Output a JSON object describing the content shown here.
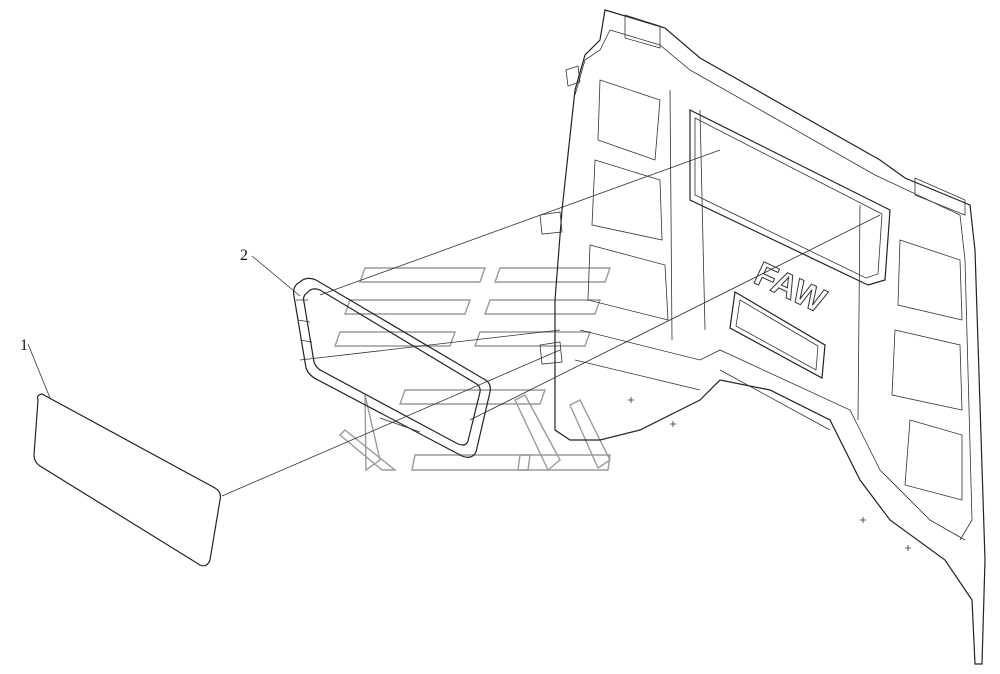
{
  "callouts": [
    {
      "id": "1",
      "label": "1"
    },
    {
      "id": "2",
      "label": "2"
    }
  ],
  "panel_logo": "FAW",
  "colors": {
    "line": "#222222",
    "watermark": "#9a9a9a",
    "background": "#ffffff"
  },
  "icons": {
    "watermark": "faw-watermark-icon"
  }
}
